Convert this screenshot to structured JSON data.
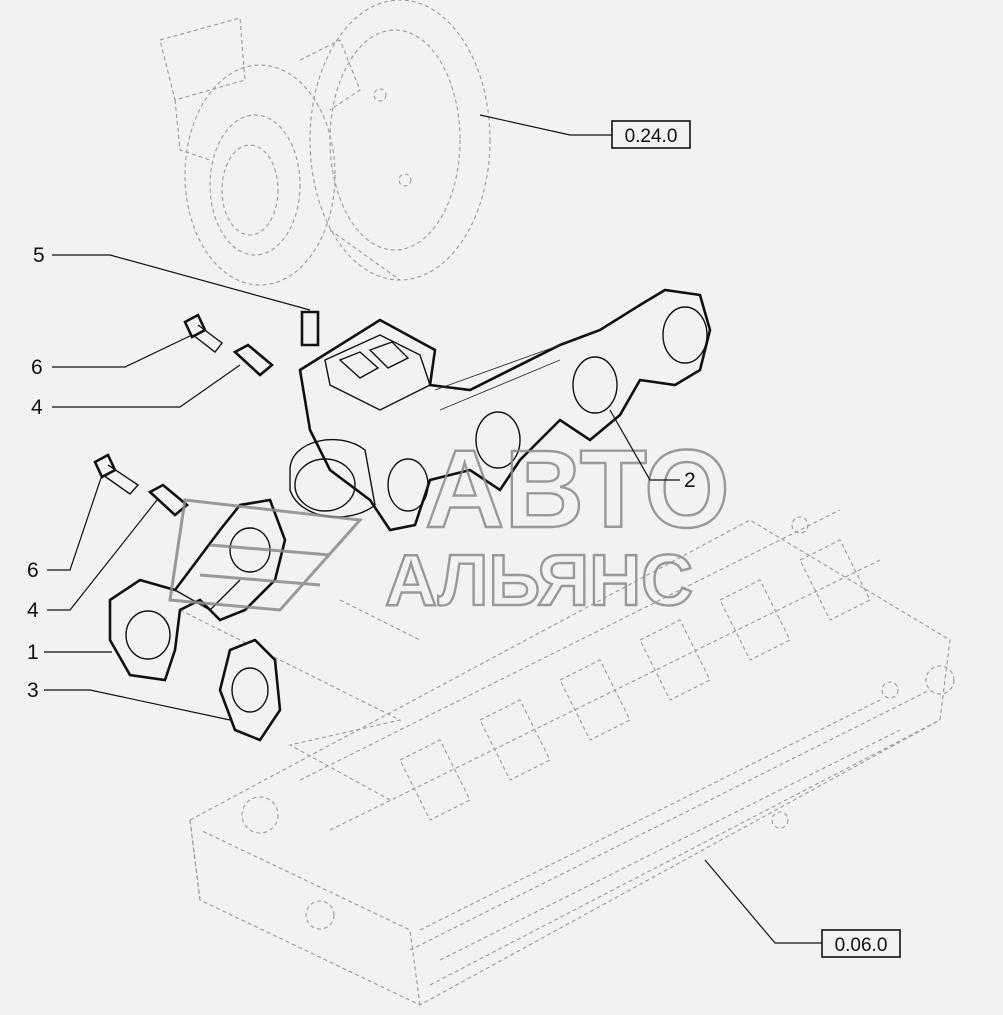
{
  "callouts": {
    "c5": "5",
    "c6a": "6",
    "c4a": "4",
    "c6b": "6",
    "c4b": "4",
    "c1": "1",
    "c3": "3",
    "c2": "2"
  },
  "references": {
    "turbocharger": "0.24.0",
    "cylinder_head": "0.06.0"
  },
  "watermark": {
    "line1": "АВТО",
    "line2": "АЛЬЯНС"
  }
}
